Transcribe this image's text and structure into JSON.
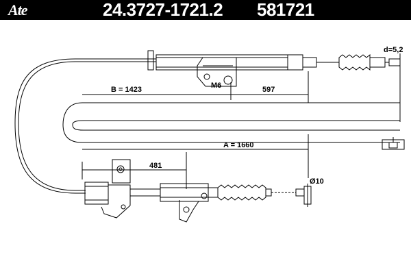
{
  "header": {
    "brand": "Ate",
    "part_number": "24.3727-1721.2",
    "ref_number": "581721"
  },
  "dims": {
    "b_label": "B = 1423",
    "a_label": "A = 1660",
    "dim_597": "597",
    "dim_481": "481",
    "thread": "M6",
    "end_diam": "d=5,2",
    "fitting_diam": "Ø10"
  },
  "colors": {
    "header_bg": "#000000",
    "header_text": "#ffffff",
    "line": "#000000"
  }
}
